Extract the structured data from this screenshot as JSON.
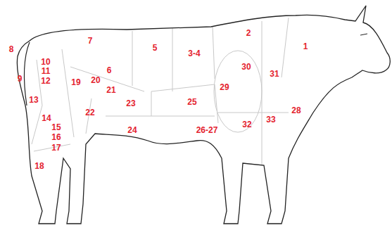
{
  "diagram": {
    "labels": [
      "8",
      "7",
      "2",
      "1",
      "5",
      "3-4",
      "10",
      "6",
      "30",
      "31",
      "9",
      "11",
      "12",
      "20",
      "19",
      "21",
      "29",
      "13",
      "23",
      "25",
      "22",
      "14",
      "28",
      "15",
      "24",
      "26-27",
      "32",
      "33",
      "16",
      "17",
      "18"
    ]
  }
}
